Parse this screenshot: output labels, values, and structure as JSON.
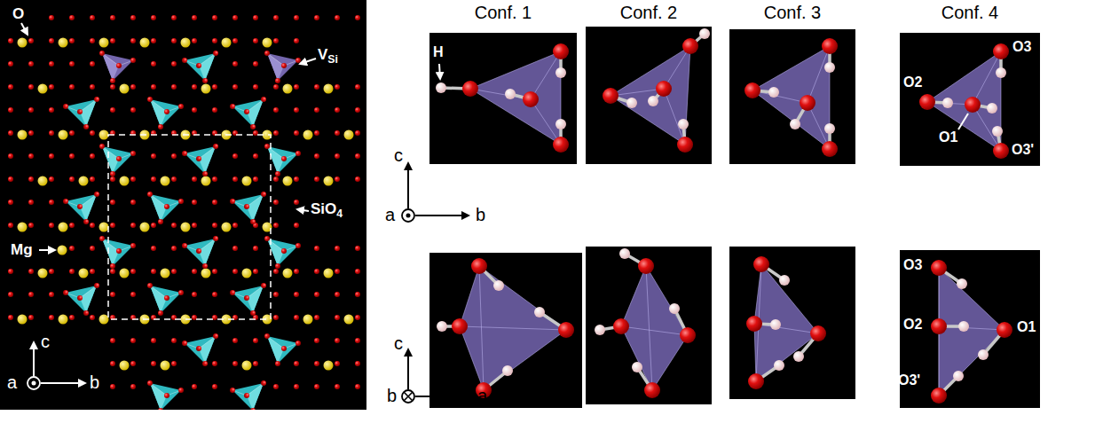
{
  "diagram": {
    "labels": [
      "O",
      "VSi",
      "Mg",
      "SiO4",
      "c",
      "a",
      "b",
      "Conf. 1",
      "Conf. 2",
      "Conf. 3",
      "Conf. 4",
      "H",
      "O2",
      "O3",
      "O1",
      "O3'",
      "c",
      "a",
      "b",
      "O3",
      "O2",
      "O1",
      "O3'",
      "c",
      "b",
      "a"
    ]
  }
}
